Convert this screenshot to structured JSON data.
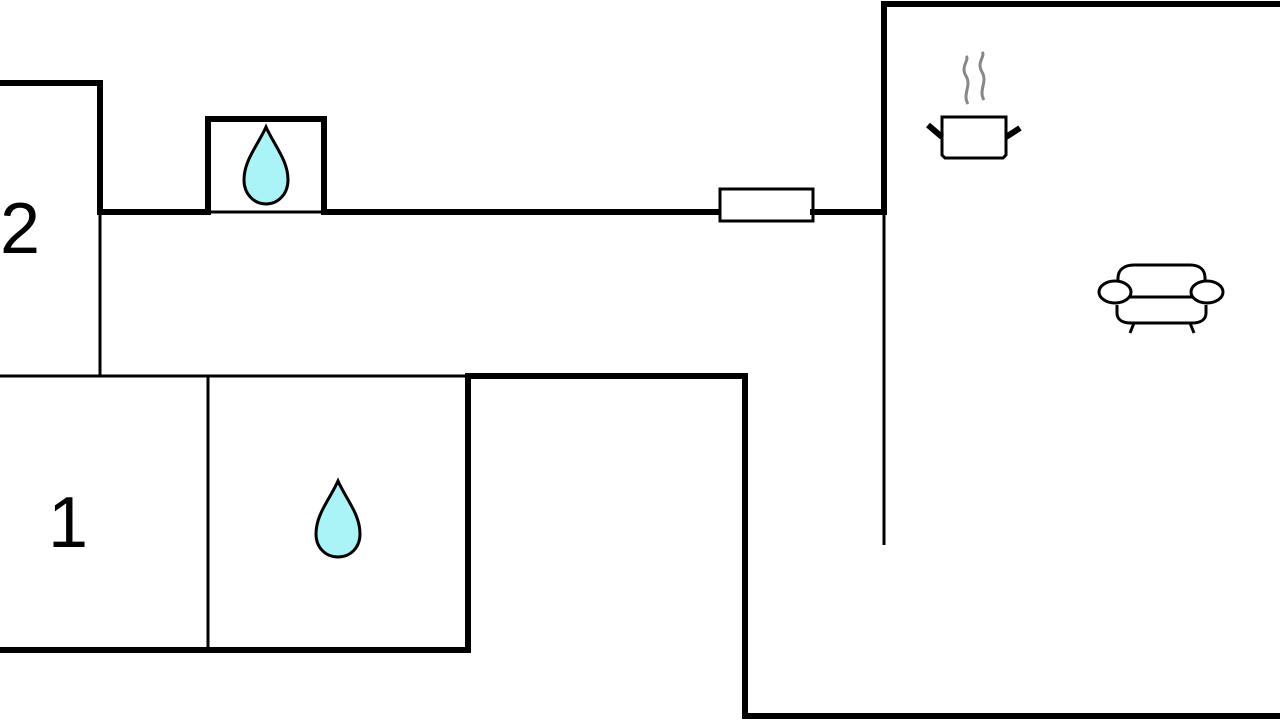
{
  "floorplan": {
    "rooms": [
      {
        "label": "2",
        "type": "bedroom"
      },
      {
        "label": "1",
        "type": "bedroom"
      }
    ],
    "icons": [
      "water-drop-icon",
      "water-drop-icon",
      "cooking-pot-icon",
      "sofa-icon",
      "window-icon"
    ],
    "colors": {
      "wall": "#000000",
      "water": "#aaf4f8",
      "steam": "#888888"
    }
  }
}
